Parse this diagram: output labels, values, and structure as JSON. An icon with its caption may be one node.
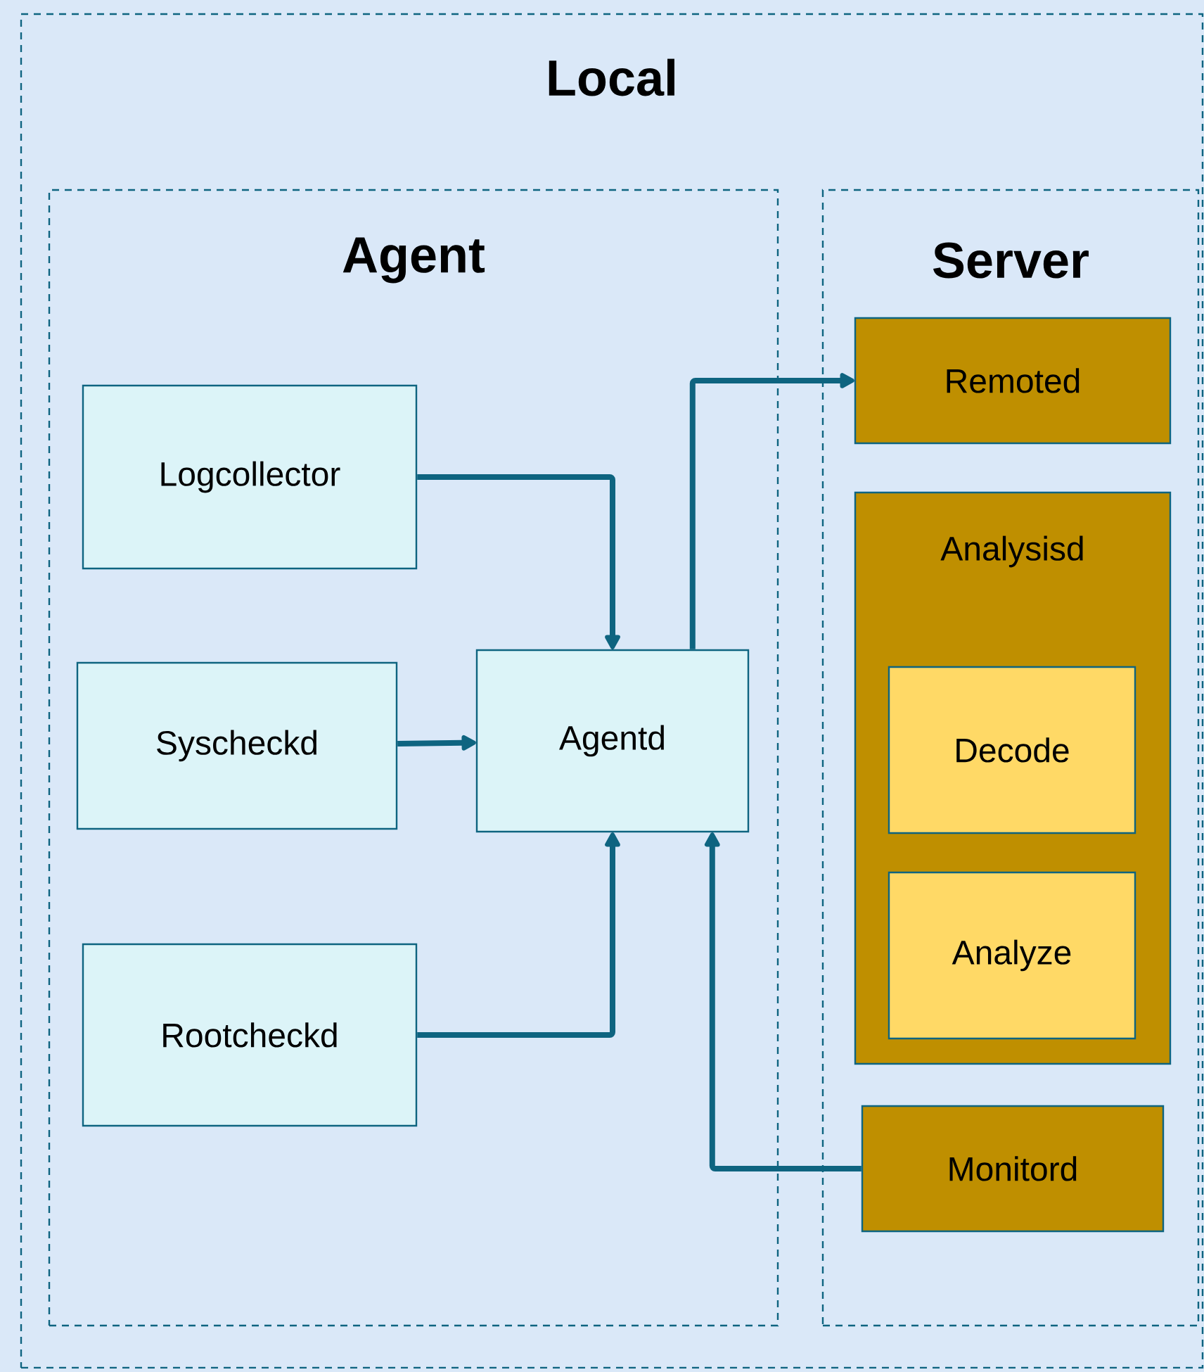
{
  "diagram": {
    "nodes": [
      {
        "text": [
          "Local"
        ]
      },
      {
        "text": [
          "Agent"
        ],
        "in": 0
      },
      {
        "text": [
          "Server"
        ],
        "in": 0
      },
      {
        "text": [
          "Logcollector"
        ],
        "in": 1
      },
      {
        "text": [
          "Syscheckd"
        ],
        "in": 1
      },
      {
        "text": [
          "Agentd"
        ],
        "in": 1
      },
      {
        "text": [
          "Rootcheckd"
        ],
        "in": 1
      },
      {
        "text": [
          "Remoted"
        ],
        "in": 2
      },
      {
        "text": [
          "Analysisd"
        ],
        "in": 2
      },
      {
        "text": [
          "Decode"
        ],
        "in": 8
      },
      {
        "text": [
          "Analyze"
        ],
        "in": 8
      },
      {
        "text": [
          "Monitord"
        ],
        "in": 2
      }
    ],
    "edges": [
      {
        "from": 3,
        "to": 5,
        "arrow": "to"
      },
      {
        "from": 4,
        "to": 5,
        "arrow": "to"
      },
      {
        "from": 6,
        "to": 5,
        "arrow": "to"
      },
      {
        "from": 5,
        "to": 7,
        "arrow": "to"
      },
      {
        "from": 11,
        "to": 5,
        "arrow": "to"
      }
    ]
  }
}
